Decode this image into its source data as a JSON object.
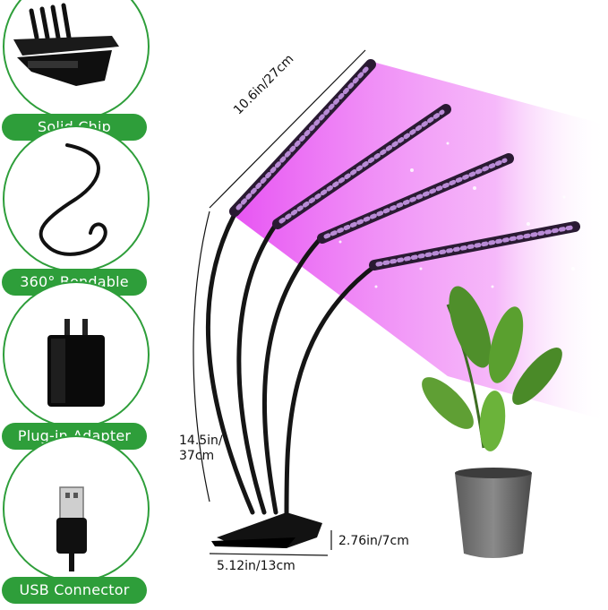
{
  "features": [
    {
      "label": "Solid Chip",
      "icon": "clip-icon"
    },
    {
      "label": "360° Bendable",
      "icon": "gooseneck-cable-icon"
    },
    {
      "label": "Plug-in Adapter",
      "icon": "power-adapter-icon"
    },
    {
      "label": "USB Connector",
      "icon": "usb-connector-icon"
    }
  ],
  "dimensions": {
    "light_bar_length": "10.6in/27cm",
    "gooseneck_length_line1": "14.5in/",
    "gooseneck_length_line2": "37cm",
    "clip_height": "2.76in/7cm",
    "clip_width": "5.12in/13cm"
  },
  "colors": {
    "accent_green": "#2e9e3a",
    "grow_light_purple": "#e040fb"
  }
}
